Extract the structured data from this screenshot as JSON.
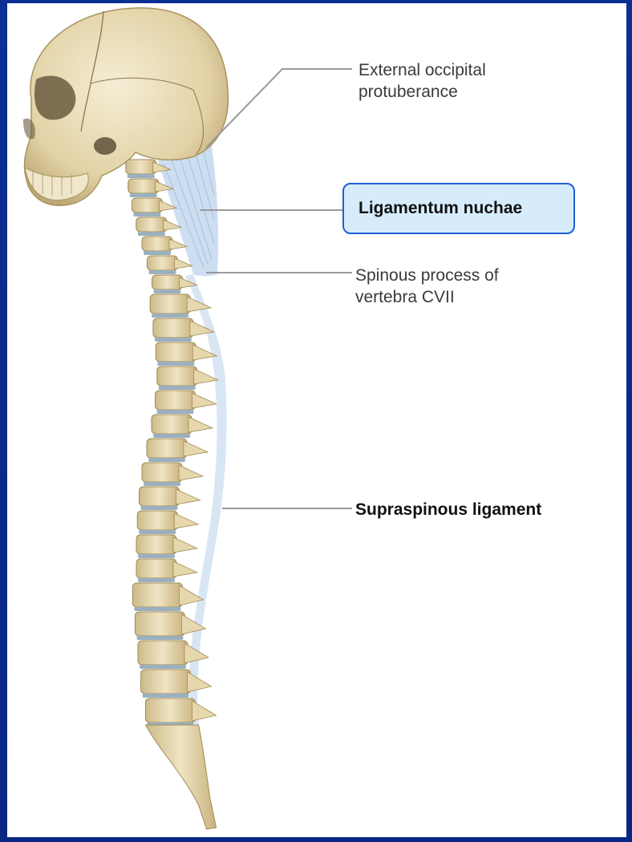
{
  "labels": {
    "occipital_line1": "External occipital",
    "occipital_line2": "protuberance",
    "nuchae": "Ligamentum nuchae",
    "spinous_line1": "Spinous process of",
    "spinous_line2": "vertebra CVII",
    "supraspinous": "Supraspinous ligament"
  },
  "colors": {
    "frame": "#0a2a8c",
    "highlight_border": "#1f5fd6",
    "highlight_fill": "#d6ecfb",
    "bone": "#e8dcb8",
    "disc": "#9ab0bf",
    "ligament": "#b9cfe6"
  }
}
